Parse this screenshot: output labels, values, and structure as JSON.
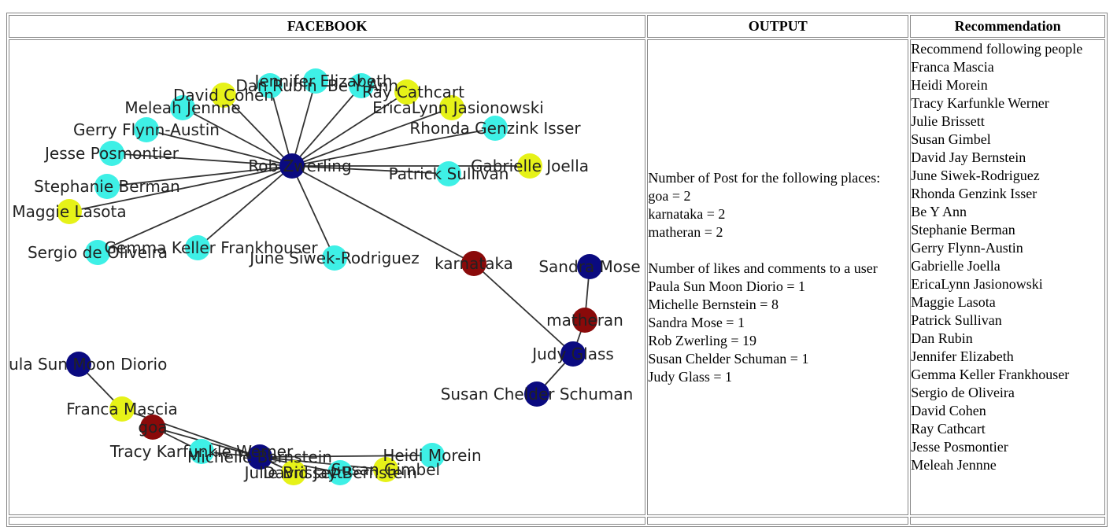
{
  "headers": {
    "facebook": "FACEBOOK",
    "output": "OUTPUT",
    "recommendation": "Recommendation"
  },
  "colors": {
    "cyan": "#3ef0e6",
    "yellow": "#e6f218",
    "navy": "#0a0a80",
    "darkred": "#8a0a0a",
    "edge": "#333333"
  },
  "graph": {
    "nodes": [
      {
        "id": "rob",
        "label": "Rob Zwerling",
        "color": "navy"
      },
      {
        "id": "dan",
        "label": "Dan Rubin",
        "color": "cyan"
      },
      {
        "id": "jennifer",
        "label": "Jennifer Elizabeth",
        "color": "cyan"
      },
      {
        "id": "beyann",
        "label": "Be Y Ann",
        "color": "cyan"
      },
      {
        "id": "david",
        "label": "David Cohen",
        "color": "yellow"
      },
      {
        "id": "ray",
        "label": "Ray Cathcart",
        "color": "yellow"
      },
      {
        "id": "erica",
        "label": "EricaLynn Jasionowski",
        "color": "yellow"
      },
      {
        "id": "meleah",
        "label": "Meleah Jennne",
        "color": "cyan"
      },
      {
        "id": "gerry",
        "label": "Gerry Flynn-Austin",
        "color": "cyan"
      },
      {
        "id": "rhonda",
        "label": "Rhonda Genzink Isser",
        "color": "cyan"
      },
      {
        "id": "jesse",
        "label": "Jesse Posmontier",
        "color": "cyan"
      },
      {
        "id": "gabrielle",
        "label": "Gabrielle Joella",
        "color": "yellow"
      },
      {
        "id": "patrick",
        "label": "Patrick Sullivan",
        "color": "cyan"
      },
      {
        "id": "stephanie",
        "label": "Stephanie Berman",
        "color": "cyan"
      },
      {
        "id": "maggie",
        "label": "Maggie Lasota",
        "color": "yellow"
      },
      {
        "id": "sergio",
        "label": "Sergio de Oliveira",
        "color": "cyan"
      },
      {
        "id": "gemma",
        "label": "Gemma Keller Frankhouser",
        "color": "cyan"
      },
      {
        "id": "june",
        "label": "June Siwek-Rodriguez",
        "color": "cyan"
      },
      {
        "id": "karnataka",
        "label": "karnataka",
        "color": "darkred"
      },
      {
        "id": "sandra",
        "label": "Sandra Mose",
        "color": "navy"
      },
      {
        "id": "matheran",
        "label": "matheran",
        "color": "darkred"
      },
      {
        "id": "judy",
        "label": "Judy Glass",
        "color": "navy"
      },
      {
        "id": "susanc",
        "label": "Susan Chelder Schuman",
        "color": "navy"
      },
      {
        "id": "paula",
        "label": "Paula Sun Moon Diorio",
        "color": "navy"
      },
      {
        "id": "franca",
        "label": "Franca Mascia",
        "color": "yellow"
      },
      {
        "id": "goa",
        "label": "goa",
        "color": "darkred"
      },
      {
        "id": "tracy",
        "label": "Tracy Karfunkle Werner",
        "color": "cyan"
      },
      {
        "id": "michelle",
        "label": "Michelle Bernstein",
        "color": "navy"
      },
      {
        "id": "heidi",
        "label": "Heidi Morein",
        "color": "cyan"
      },
      {
        "id": "susang",
        "label": "Susan Gimbel",
        "color": "yellow"
      },
      {
        "id": "julie",
        "label": "Julie Brissett",
        "color": "yellow"
      },
      {
        "id": "davidjay",
        "label": "David Jay Bernstein",
        "color": "cyan"
      }
    ],
    "edges": [
      [
        "rob",
        "dan"
      ],
      [
        "rob",
        "jennifer"
      ],
      [
        "rob",
        "beyann"
      ],
      [
        "rob",
        "david"
      ],
      [
        "rob",
        "ray"
      ],
      [
        "rob",
        "erica"
      ],
      [
        "rob",
        "meleah"
      ],
      [
        "rob",
        "gerry"
      ],
      [
        "rob",
        "rhonda"
      ],
      [
        "rob",
        "jesse"
      ],
      [
        "rob",
        "gabrielle"
      ],
      [
        "rob",
        "patrick"
      ],
      [
        "rob",
        "stephanie"
      ],
      [
        "rob",
        "maggie"
      ],
      [
        "rob",
        "sergio"
      ],
      [
        "rob",
        "gemma"
      ],
      [
        "rob",
        "june"
      ],
      [
        "rob",
        "karnataka"
      ],
      [
        "karnataka",
        "judy"
      ],
      [
        "sandra",
        "matheran"
      ],
      [
        "matheran",
        "judy"
      ],
      [
        "judy",
        "susanc"
      ],
      [
        "paula",
        "franca"
      ],
      [
        "franca",
        "michelle"
      ],
      [
        "goa",
        "michelle"
      ],
      [
        "goa",
        "tracy"
      ],
      [
        "michelle",
        "tracy"
      ],
      [
        "michelle",
        "heidi"
      ],
      [
        "michelle",
        "susang"
      ],
      [
        "michelle",
        "julie"
      ],
      [
        "michelle",
        "davidjay"
      ]
    ]
  },
  "output": {
    "posts_heading": "Number of Post for the following places:",
    "posts": [
      "goa = 2",
      "karnataka = 2",
      "matheran = 2"
    ],
    "likes_heading": "Number of likes and comments to a user",
    "likes": [
      "Paula Sun Moon Diorio = 1",
      "Michelle Bernstein = 8",
      "Sandra Mose = 1",
      "Rob Zwerling = 19",
      "Susan Chelder Schuman = 1",
      "Judy Glass = 1"
    ]
  },
  "recommendation": {
    "heading": "Recommend following people",
    "people": [
      "Franca Mascia",
      "Heidi Morein",
      "Tracy Karfunkle Werner",
      "Julie Brissett",
      "Susan Gimbel",
      "David Jay Bernstein",
      "June Siwek-Rodriguez",
      "Rhonda Genzink Isser",
      "Be Y Ann",
      "Stephanie Berman",
      "Gerry Flynn-Austin",
      "Gabrielle Joella",
      "EricaLynn Jasionowski",
      "Maggie Lasota",
      "Patrick Sullivan",
      "Dan Rubin",
      "Jennifer Elizabeth",
      "Gemma Keller Frankhouser",
      "Sergio de Oliveira",
      "David Cohen",
      "Ray Cathcart",
      "Jesse Posmontier",
      "Meleah Jennne"
    ]
  }
}
